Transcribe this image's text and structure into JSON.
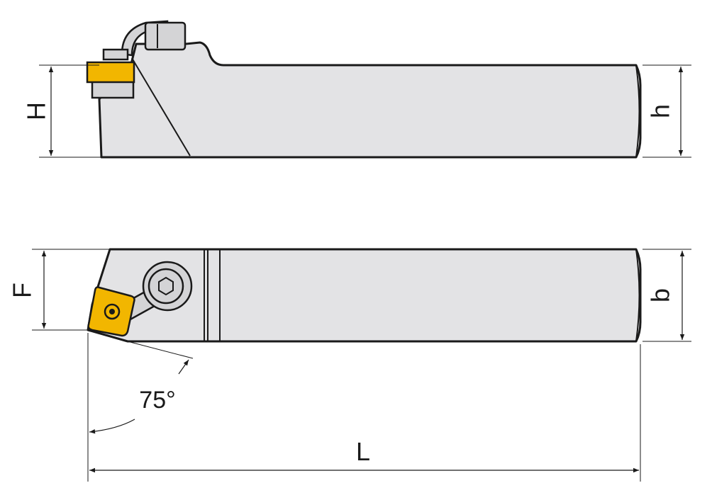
{
  "diagram": {
    "labels": {
      "H": "H",
      "h": "h",
      "F": "F",
      "b": "b",
      "L": "L",
      "angle": "75°"
    },
    "colors": {
      "body_fill": "#e3e3e5",
      "insert_fill": "#f2b600",
      "outline": "#1a1a1a"
    }
  }
}
